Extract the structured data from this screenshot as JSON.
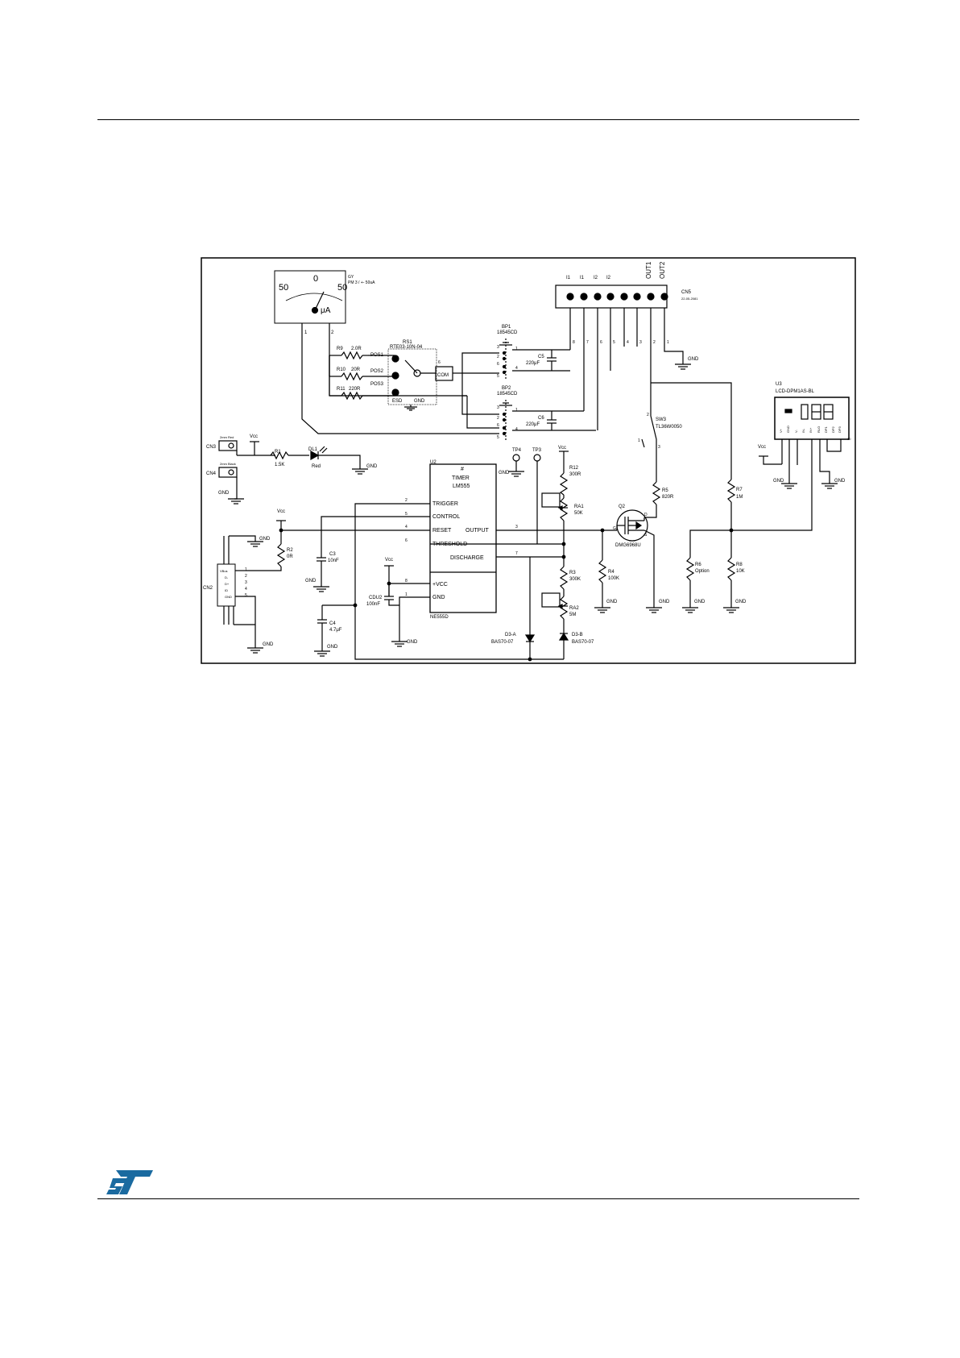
{
  "meter": {
    "scale_left": "50",
    "scale_center": "0",
    "scale_right": "50",
    "unit": "μA",
    "note_line1": "GY",
    "note_line2": "PM 3 / +- 50uA",
    "pin1": "1",
    "pin2": "2"
  },
  "rs1": {
    "ref": "RS1",
    "part": "RTE03-10N-04",
    "pos1": "POS1",
    "pos2": "POS2",
    "pos3": "POS3",
    "com": "COM",
    "esd": "ESD",
    "gnd": "GND",
    "pin6": "6"
  },
  "resistors_left": [
    {
      "ref": "R9",
      "value": "2.0R"
    },
    {
      "ref": "R10",
      "value": "20R"
    },
    {
      "ref": "R11",
      "value": "220R"
    }
  ],
  "bp1": {
    "ref": "BP1",
    "part": "18545CD"
  },
  "bp2": {
    "ref": "BP2",
    "part": "18545CD"
  },
  "c5": {
    "ref": "C5",
    "value": "220μF"
  },
  "c6": {
    "ref": "C6",
    "value": "220μF"
  },
  "cn5": {
    "ref": "CN5",
    "part": "22-05-2081",
    "pins_labels": [
      "I1",
      "I1",
      "I2",
      "I2",
      "",
      "",
      "OUT1",
      "OUT2"
    ],
    "pin_numbers": [
      "8",
      "7",
      "6",
      "5",
      "4",
      "3",
      "2",
      "1"
    ],
    "gnd": "GND"
  },
  "sw3": {
    "ref": "SW3",
    "part": "TL36W0050",
    "pin1": "1",
    "pin2": "2",
    "pin3": "3"
  },
  "u3": {
    "ref": "U3",
    "part": "LCD-DPM1AS-BL",
    "pin_names": [
      "V+",
      "GND",
      "V-",
      "IN-",
      "IN+",
      "RLO",
      "DP1",
      "DP2",
      "DP3",
      "10"
    ],
    "vcc": "Vcc",
    "gnd1": "GND",
    "gnd2": "GND"
  },
  "cn3": {
    "ref": "CN3",
    "label": "2mm Red"
  },
  "cn4": {
    "ref": "CN4",
    "label": "2mm Black",
    "gnd": "GND"
  },
  "vcc_top": "Vcc",
  "r1": {
    "ref": "R1",
    "value": "1.5K"
  },
  "dl1": {
    "ref": "DL1",
    "value": "Red",
    "gnd": "GND"
  },
  "u2": {
    "ref": "U2",
    "title1": "TIMER",
    "title2": "LM555",
    "part": "NE555D",
    "trigger": "TRIGGER",
    "control": "CONTROL",
    "reset": "RESET",
    "output": "OUTPUT",
    "threshold": "THRESHOLD",
    "discharge": "DISCHARGE",
    "vcc": "+VCC",
    "gnd": "GND",
    "pins": {
      "trigger": "2",
      "control": "5",
      "reset": "4",
      "output": "3",
      "threshold": "6",
      "discharge": "7",
      "vcc": "8",
      "gnd": "1"
    }
  },
  "tp4": {
    "ref": "TP4",
    "gnd": "GND"
  },
  "tp3": {
    "ref": "TP3"
  },
  "r12": {
    "ref": "R12",
    "value": "300R",
    "vcc": "Vcc"
  },
  "ra1": {
    "ref": "RA1",
    "value": "50K"
  },
  "ra2": {
    "ref": "RA2",
    "value": "5M"
  },
  "r3": {
    "ref": "R3",
    "value": "300K"
  },
  "r4": {
    "ref": "R4",
    "value": "100K",
    "gnd": "GND"
  },
  "q2": {
    "ref": "Q2",
    "part": "DMG6968U",
    "g": "G",
    "d": "D",
    "s": "S",
    "gnd": "GND"
  },
  "r5": {
    "ref": "R5",
    "value": "820R"
  },
  "r6": {
    "ref": "R6",
    "value": "Option",
    "gnd": "GND"
  },
  "r7": {
    "ref": "R7",
    "value": "1M"
  },
  "r8": {
    "ref": "R8",
    "value": "10K",
    "gnd": "GND"
  },
  "r2": {
    "ref": "R2",
    "value": "0R",
    "vcc": "Vcc"
  },
  "c3": {
    "ref": "C3",
    "value": "10nF",
    "gnd": "GND"
  },
  "cdu2": {
    "ref": "CDU2",
    "value": "100nF",
    "vcc": "Vcc",
    "gnd": "GND"
  },
  "c4": {
    "ref": "C4",
    "value": "4.7μF",
    "gnd": "GND"
  },
  "cn2": {
    "ref": "CN2",
    "pins": [
      "VBus",
      "D-",
      "D+",
      "ID",
      "GND"
    ],
    "gnd_top": "GND",
    "gnd_bottom": "GND"
  },
  "d3a": {
    "ref": "D3-A",
    "part": "BAS70-07"
  },
  "d3b": {
    "ref": "D3-B",
    "part": "BAS70-07"
  }
}
